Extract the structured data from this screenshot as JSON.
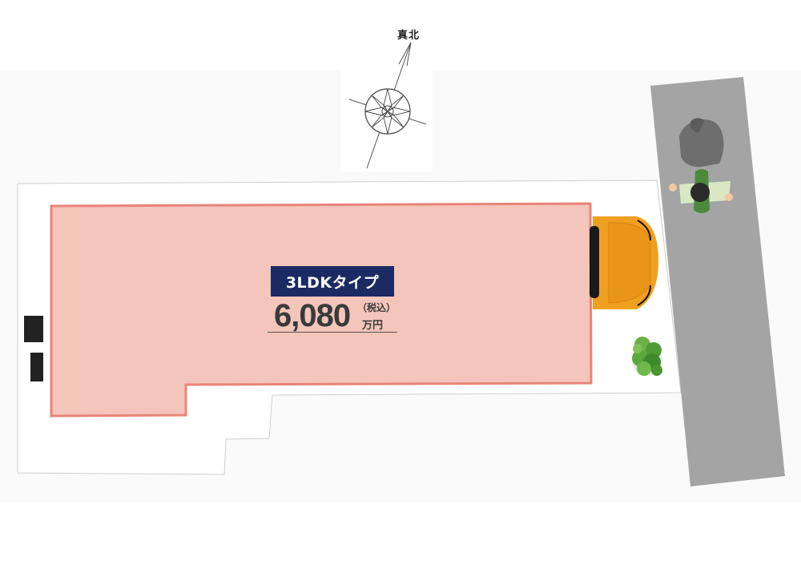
{
  "compass": {
    "north_label": "真北",
    "icon": "compass-rose-icon"
  },
  "building": {
    "plan_type": "3LDKタイプ",
    "fill_color": "#f4c5bb",
    "outline_color": "#e88478"
  },
  "price": {
    "value": "6,080",
    "tax_note": "（税込）",
    "unit": "万円"
  },
  "road": {
    "color": "#a4a4a4"
  },
  "car": {
    "color": "#f0a020",
    "icon": "car-icon"
  },
  "pedestrian": {
    "icon": "person-icon"
  },
  "tree": {
    "icon": "tree-icon"
  }
}
